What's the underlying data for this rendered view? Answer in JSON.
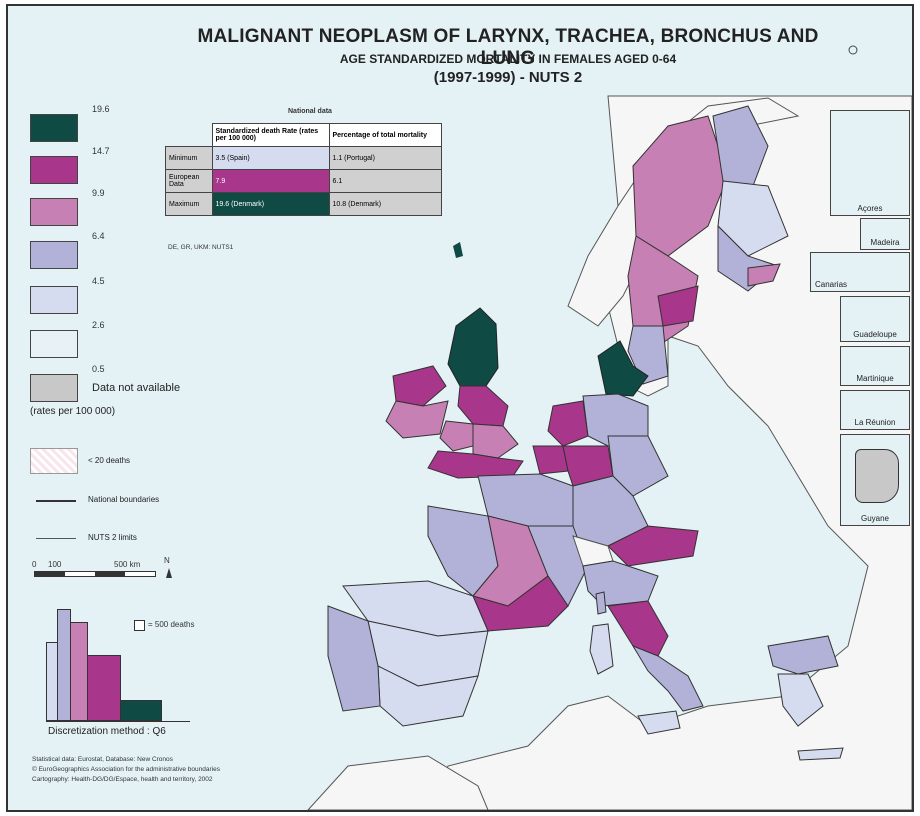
{
  "title": {
    "line1": "MALIGNANT NEOPLASM OF LARYNX, TRACHEA, BRONCHUS AND LUNG",
    "line2": "AGE STANDARDIZED MORTALITY IN FEMALES AGED 0-64",
    "line3": "(1997-1999) - NUTS 2"
  },
  "legend": {
    "classes": [
      {
        "upper": "19.6",
        "color": "#0f4a44"
      },
      {
        "upper": "14.7",
        "color": "#a8368a"
      },
      {
        "upper": "9.9",
        "color": "#c680b4"
      },
      {
        "upper": "6.4",
        "color": "#b2b2d8"
      },
      {
        "upper": "4.5",
        "color": "#d6dcef"
      },
      {
        "upper": "2.6",
        "color": "#e8f1f6"
      }
    ],
    "min_value": "0.5",
    "na_color": "#c8c8c8",
    "na_label": "Data not available",
    "units": "(rates per 100 000)",
    "lt20_label": "< 20 deaths",
    "national_label": "National boundaries",
    "nuts_label": "NUTS 2 limits",
    "scale_0": "0",
    "scale_100": "100",
    "scale_500": "500 km",
    "north": "N",
    "deaths_box_label": "= 500 deaths",
    "discret": "Discretization method : Q6"
  },
  "histogram": {
    "heights": [
      60,
      85,
      75,
      50,
      16
    ],
    "colors": [
      "#d6dcef",
      "#b2b2d8",
      "#c680b4",
      "#a8368a",
      "#0f4a44"
    ]
  },
  "national_data": {
    "heading": "National data",
    "col1": "Standardized death Rate (rates per 100 000)",
    "col2": "Percentage of total mortality",
    "rows": [
      {
        "label": "Minimum",
        "v1": "3.5 (Spain)",
        "v2": "1.1 (Portugal)",
        "c1": "#d6dcef",
        "c2": "#d0d0d0"
      },
      {
        "label": "European Data",
        "v1": "7.9",
        "v2": "6.1",
        "c1": "#a8368a",
        "c2": "#d0d0d0"
      },
      {
        "label": "Maximum",
        "v1": "19.6 (Denmark)",
        "v2": "10.8 (Denmark)",
        "c1": "#0f4a44",
        "c2": "#d0d0d0"
      }
    ],
    "source_note": "DE, GR, UKM: NUTS1"
  },
  "insets": [
    "Açores",
    "Madeira",
    "Canarias",
    "Guadeloupe",
    "Martinique",
    "La Réunion",
    "Guyane"
  ],
  "credits": [
    "Statistical data: Eurostat, Database: New Cronos",
    "© EuroGeographics Association for the administrative boundaries",
    "Cartography: Health-DG/DG/Espace, health and territory, 2002"
  ]
}
